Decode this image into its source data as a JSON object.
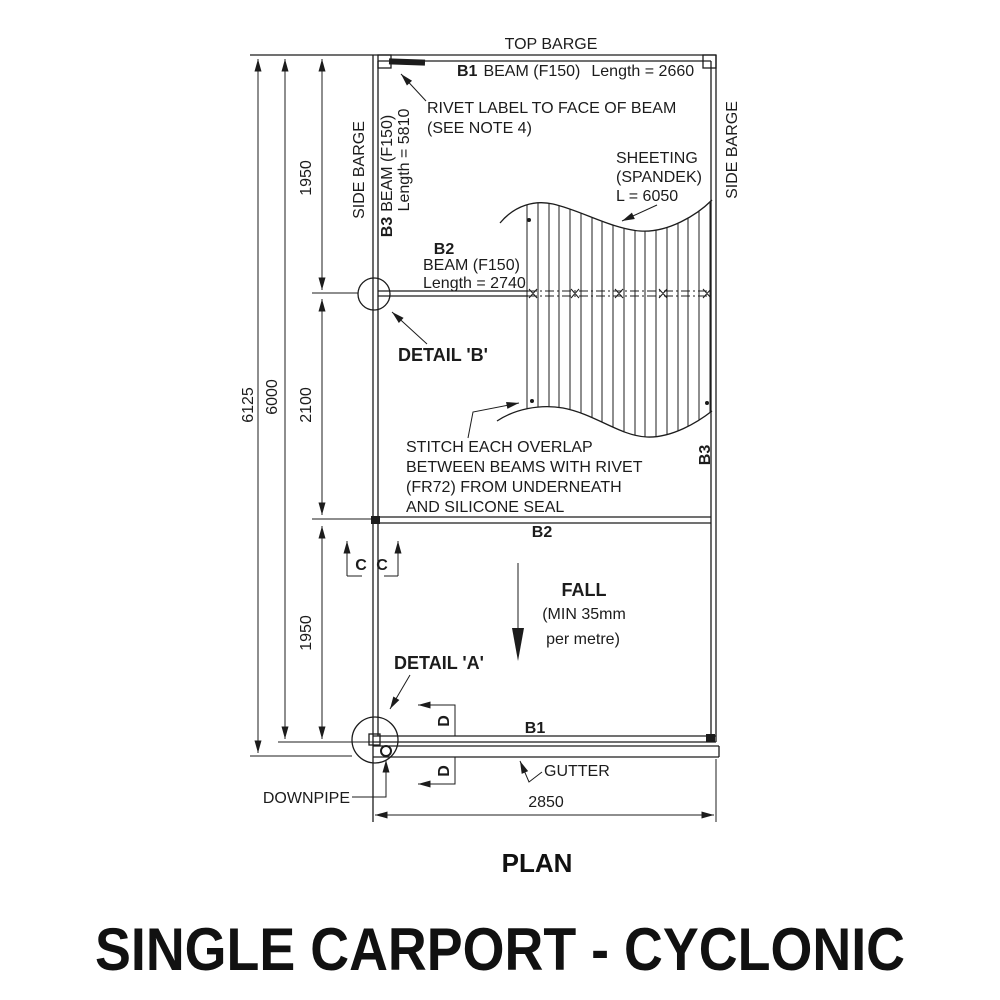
{
  "drawing": {
    "title": "SINGLE CARPORT - CYCLONIC",
    "view_label": "PLAN"
  },
  "labels": {
    "top_barge": "TOP BARGE",
    "side_barge_left": "SIDE BARGE",
    "side_barge_right": "SIDE BARGE",
    "b1_tag": "B1",
    "b1_desc": "BEAM (F150)",
    "b1_length": "Length = 2660",
    "rivet_note_1": "RIVET LABEL TO FACE OF BEAM",
    "rivet_note_2": "(SEE NOTE 4)",
    "b3_tag": "B3",
    "b3_desc": "BEAM (F150)",
    "b3_length": "Length = 5810",
    "sheeting_1": "SHEETING",
    "sheeting_2": "(SPANDEK)",
    "sheeting_3": "L = 6050",
    "b2_tag": "B2",
    "b2_desc": "BEAM (F150)",
    "b2_length": "Length = 2740",
    "detail_b": "DETAIL 'B'",
    "stitch_1": "STITCH EACH OVERLAP",
    "stitch_2": "BETWEEN BEAMS WITH RIVET",
    "stitch_3": "(FR72) FROM UNDERNEATH",
    "stitch_4": "AND SILICONE SEAL",
    "member_b3": "B3",
    "member_b2": "B2",
    "member_b1": "B1",
    "section_c": "C",
    "section_d": "D",
    "fall_1": "FALL",
    "fall_2": "(MIN 35mm",
    "fall_3": "per metre)",
    "detail_a": "DETAIL 'A'",
    "gutter": "GUTTER",
    "downpipe": "DOWNPIPE"
  },
  "dimensions": {
    "overall_length": "6125",
    "beam_length": "6000",
    "bay_top": "1950",
    "bay_middle": "2100",
    "bay_bottom": "1950",
    "width": "2850"
  }
}
